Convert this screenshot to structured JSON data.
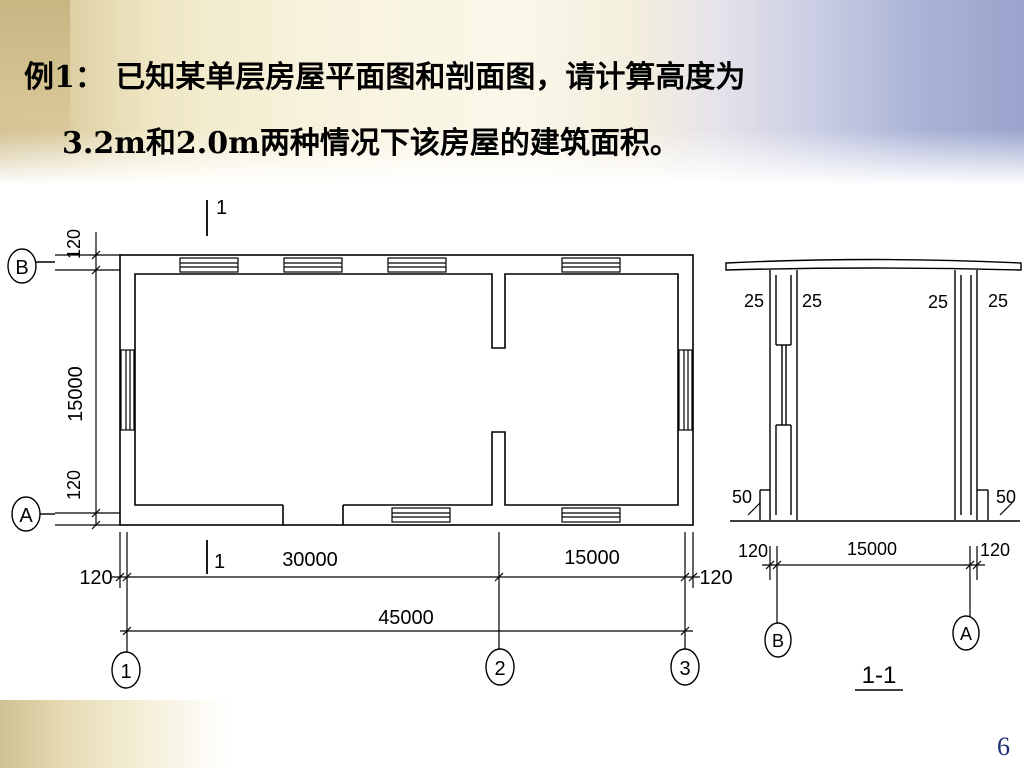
{
  "title": {
    "line1": "例1：  已知某单层房屋平面图和剖面图，请计算高度为",
    "line2": "3.2m和2.0m两种情况下该房屋的建筑面积。"
  },
  "page_number": "6",
  "plan": {
    "section_mark_top": "1",
    "section_mark_bottom": "1",
    "dim_top_wall": "120",
    "dim_depth": "15000",
    "dim_bottom_wall": "120",
    "dim_left_wall": "120",
    "dim_right_wall": "120",
    "dim_span_1_2": "30000",
    "dim_span_2_3": "15000",
    "dim_total": "45000",
    "axis_b": "B",
    "axis_a": "A",
    "axis_1": "1",
    "axis_2": "2",
    "axis_3": "3"
  },
  "section": {
    "dim_25_a": "25",
    "dim_25_b": "25",
    "dim_25_c": "25",
    "dim_25_d": "25",
    "dim_50_left": "50",
    "dim_50_right": "50",
    "dim_120_left": "120",
    "dim_span": "15000",
    "dim_120_right": "120",
    "axis_b": "B",
    "axis_a": "A",
    "label": "1-1"
  }
}
